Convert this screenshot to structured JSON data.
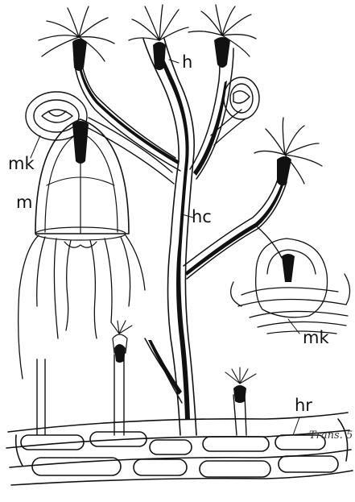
{
  "labels": {
    "h": "h",
    "mk_left": "mk",
    "m": "m",
    "hc": "hc",
    "mk_right": "mk",
    "hr": "hr",
    "signature": "Trans. 5"
  },
  "colors": {
    "ink": "#111111",
    "paper": "#ffffff"
  }
}
